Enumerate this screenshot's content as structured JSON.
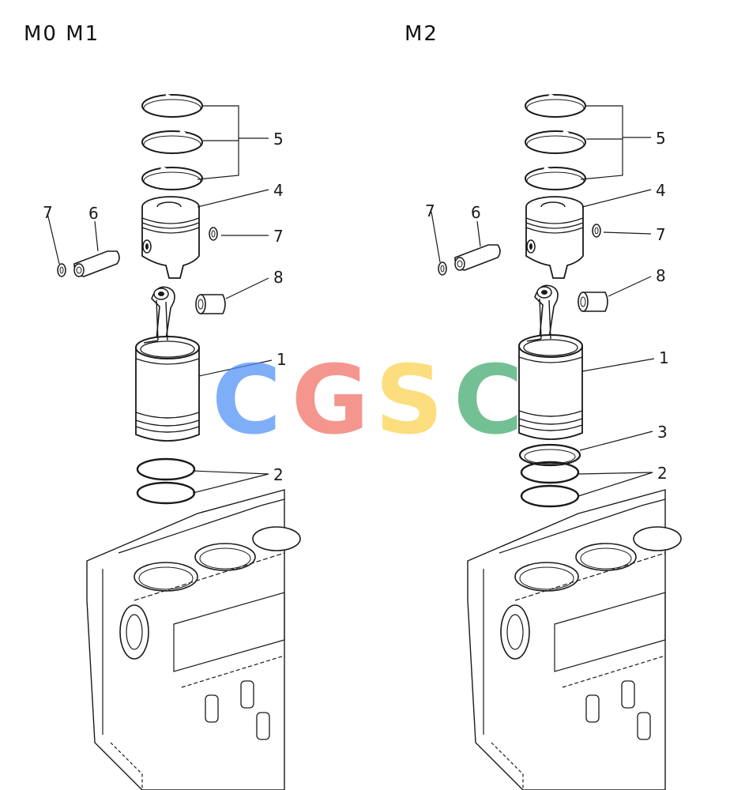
{
  "titles": {
    "left": "M0 M1",
    "right": "M2"
  },
  "watermark": {
    "text": "CGSC",
    "letters": [
      "C",
      "G",
      "S",
      "C"
    ],
    "colors": [
      "#4f8ff7",
      "#f06e62",
      "#fbd24d",
      "#3fa86d"
    ]
  },
  "left_callouts": {
    "c5": "5",
    "c4": "4",
    "c7a": "7",
    "c6": "6",
    "c7b": "7",
    "c8": "8",
    "c1": "1",
    "c2": "2"
  },
  "right_callouts": {
    "c5": "5",
    "c4": "4",
    "c7a": "7",
    "c6": "6",
    "c7b": "7",
    "c8": "8",
    "c1": "1",
    "c3": "3",
    "c2": "2"
  },
  "line_color": "#1a1a1a"
}
